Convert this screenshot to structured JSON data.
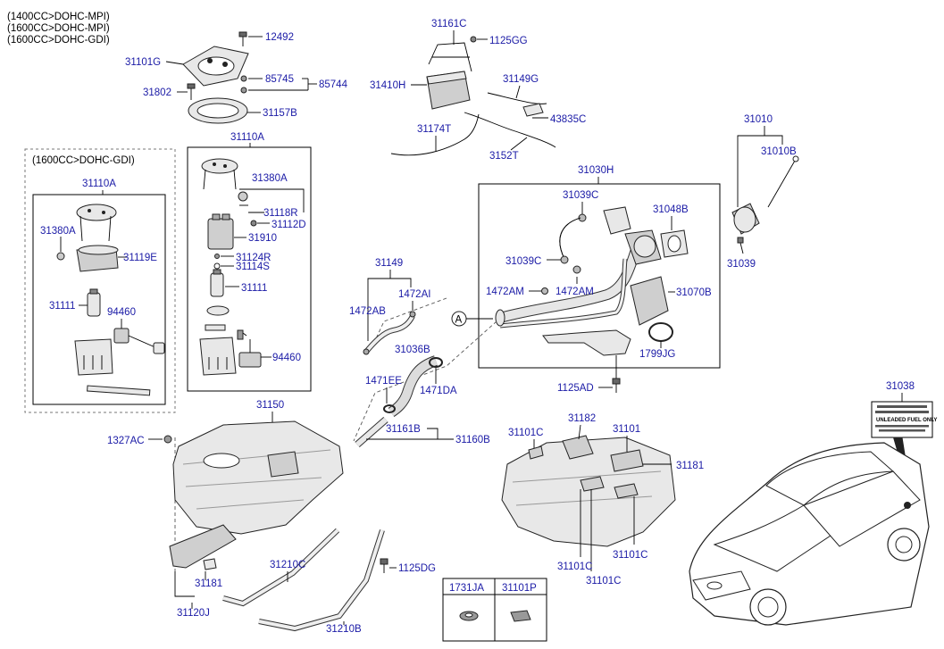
{
  "notes": [
    "(1400CC>DOHC-MPI)",
    "(1600CC>DOHC-MPI)",
    "(1600CC>DOHC-GDI)"
  ],
  "inset_title": "(1600CC>DOHC-GDI)",
  "labels": {
    "p12492": "12492",
    "p31101G": "31101G",
    "p85745": "85745",
    "p85744": "85744",
    "p31802": "31802",
    "p31157B": "31157B",
    "p31110A_top": "31110A",
    "p31110A_inset": "31110A",
    "p31380A_a": "31380A",
    "p31380A_b": "31380A",
    "p31118R": "31118R",
    "p31112D": "31112D",
    "p31910": "31910",
    "p31119E": "31119E",
    "p31124R": "31124R",
    "p31114S": "31114S",
    "p31111_a": "31111",
    "p31111_b": "31111",
    "p94460_a": "94460",
    "p94460_b": "94460",
    "p31161C": "31161C",
    "p1125GG": "1125GG",
    "p31149G": "31149G",
    "p31410H": "31410H",
    "p43835C": "43835C",
    "p31174T": "31174T",
    "p3152T": "3152T",
    "p31010": "31010",
    "p31010B": "31010B",
    "p31039": "31039",
    "p31030H": "31030H",
    "p31039C_a": "31039C",
    "p31039C_b": "31039C",
    "p31048B": "31048B",
    "p1472AM_a": "1472AM",
    "p1472AM_b": "1472AM",
    "p31070B": "31070B",
    "p1799JG": "1799JG",
    "p1125AD": "1125AD",
    "pA": "A",
    "p31149": "31149",
    "p1472AB": "1472AB",
    "p1472AI": "1472AI",
    "p31036B": "31036B",
    "p1471EE": "1471EE",
    "p1471DA": "1471DA",
    "p31150": "31150",
    "p1327AC": "1327AC",
    "p31161B": "31161B",
    "p31160B": "31160B",
    "p31182": "31182",
    "p31101C_a": "31101C",
    "p31101": "31101",
    "p31181_a": "31181",
    "p31101C_b": "31101C",
    "p31101C_c": "31101C",
    "p31101C_d": "31101C",
    "p31038": "31038",
    "p31210C": "31210C",
    "p1125DG": "1125DG",
    "p31181_b": "31181",
    "p31120J": "31120J",
    "p31210B": "31210B"
  },
  "table": {
    "headers": [
      "1731JA",
      "31101P"
    ]
  },
  "fuel_sticker": {
    "line1": "UNLEADED FUEL ONLY"
  }
}
